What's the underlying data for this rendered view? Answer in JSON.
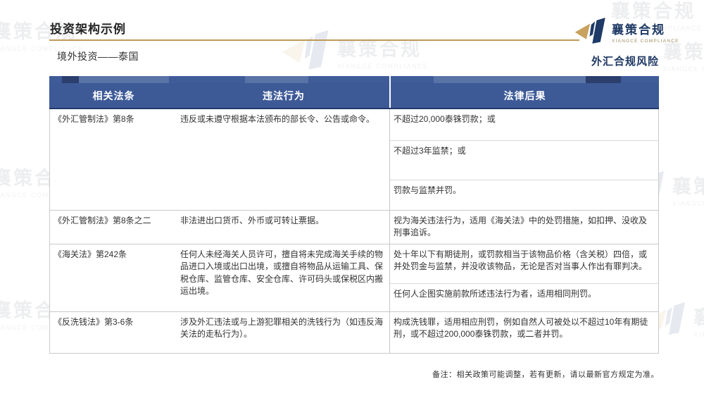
{
  "page": {
    "title": "投资架构示例",
    "subtitle": "境外投资——泰国",
    "section_label": "外汇合规风险",
    "footnote": "备注：相关政策可能调整，若有更新，请以最新官方规定为准。"
  },
  "logo": {
    "name": "襄策合规",
    "subname": "XIANGCE COMPLIANCE"
  },
  "watermark": {
    "text": "襄策合规",
    "subtext": "XIANGCE COMPLIANCE"
  },
  "table": {
    "headers": [
      "相关法条",
      "违法行为",
      "法律后果"
    ],
    "rows": [
      {
        "law": "《外汇管制法》第8条",
        "violation": "违反或未遵守根据本法颁布的部长令、公告或命令。",
        "consequences": [
          "不超过20,000泰铢罚款；或",
          "不超过3年监禁；或",
          "罚款与监禁并罚。"
        ]
      },
      {
        "law": "《外汇管制法》第8条之二",
        "violation": "非法进出口货币、外币或可转让票据。",
        "consequences": [
          "视为海关违法行为，适用《海关法》中的处罚措施，如扣押、没收及刑事追诉。"
        ]
      },
      {
        "law": "《海关法》第242条",
        "violation": "任何人未经海关人员许可，擅自将未完成海关手续的物品进口入境或出口出境，或擅自将物品从运输工具、保税仓库、监管仓库、安全仓库、许可码头或保税区内搬运出境。",
        "consequences": [
          "处十年以下有期徒刑，或罚款相当于该物品价格（含关税）四倍，或并处罚金与监禁，并没收该物品，无论是否对当事人作出有罪判决。",
          "任何人企图实施前款所述违法行为者，适用相同刑罚。"
        ]
      },
      {
        "law": "《反洗钱法》第3-6条",
        "violation": "涉及外汇违法或与上游犯罪相关的洗钱行为（如违反海关法的走私行为）。",
        "consequences": [
          "构成洗钱罪，适用相应刑罚，例如自然人可被处以不超过10年有期徒刑，或不超过200,000泰铢罚款，或二者并罚。"
        ]
      }
    ]
  },
  "colors": {
    "header_blue": "#3d5a97",
    "dark_navy": "#2b3e6c",
    "light_blue": "#5973a7",
    "gold": "#bf9a59",
    "navy_text": "#1e3763"
  }
}
